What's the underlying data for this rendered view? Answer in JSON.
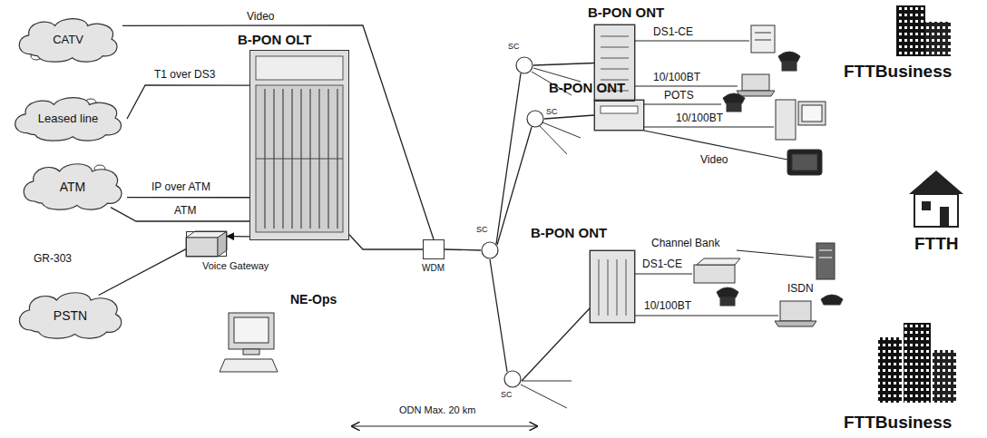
{
  "diagram": {
    "nodes": [
      {
        "text": [
          "CATV"
        ]
      },
      {
        "text": [
          "Leased line"
        ]
      },
      {
        "text": [
          "ATM"
        ]
      },
      {
        "text": [
          "PSTN"
        ]
      },
      {
        "text": [
          "B-PON OLT"
        ]
      },
      {
        "text": [
          "Voice Gateway"
        ]
      },
      {
        "text": [
          "NE-Ops"
        ]
      },
      {
        "text": [
          "WDM"
        ]
      },
      {
        "text": [
          "SC"
        ]
      },
      {
        "text": [
          "SC"
        ]
      },
      {
        "text": [
          "SC"
        ]
      },
      {
        "text": [
          "SC"
        ]
      },
      {
        "text": [
          "B-PON ONT"
        ]
      },
      {
        "text": [
          "B-PON ONT"
        ]
      },
      {
        "text": [
          "B-PON ONT"
        ]
      }
    ],
    "edges": [
      {
        "from": 0,
        "to": 7,
        "label": "Video",
        "arrow": "none"
      },
      {
        "from": 1,
        "to": 4,
        "label": "T1 over DS3",
        "arrow": "none"
      },
      {
        "from": 2,
        "to": 4,
        "label": "IP over ATM",
        "arrow": "none"
      },
      {
        "from": 2,
        "to": 4,
        "label": "ATM",
        "arrow": "none"
      },
      {
        "from": 4,
        "to": 5,
        "arrow": "to"
      },
      {
        "from": 5,
        "to": 3,
        "label": "GR-303",
        "arrow": "none"
      },
      {
        "from": 4,
        "to": 7,
        "arrow": "none"
      },
      {
        "from": 7,
        "to": 8,
        "arrow": "none"
      },
      {
        "from": 8,
        "to": 9,
        "arrow": "none"
      },
      {
        "from": 8,
        "to": 10,
        "arrow": "none"
      },
      {
        "from": 8,
        "to": 11,
        "arrow": "none"
      },
      {
        "from": 9,
        "to": 12,
        "arrow": "none"
      },
      {
        "from": 10,
        "to": 13,
        "arrow": "none"
      },
      {
        "from": 11,
        "to": 14,
        "arrow": "none"
      }
    ],
    "labels": [
      "DS1-CE",
      "10/100BT",
      "POTS",
      "10/100BT",
      "Video",
      "Channel Bank",
      "DS1-CE",
      "10/100BT",
      "ISDN",
      "FTTBusiness",
      "FTTH",
      "FTTBusiness",
      "ODN Max. 20 km"
    ]
  }
}
